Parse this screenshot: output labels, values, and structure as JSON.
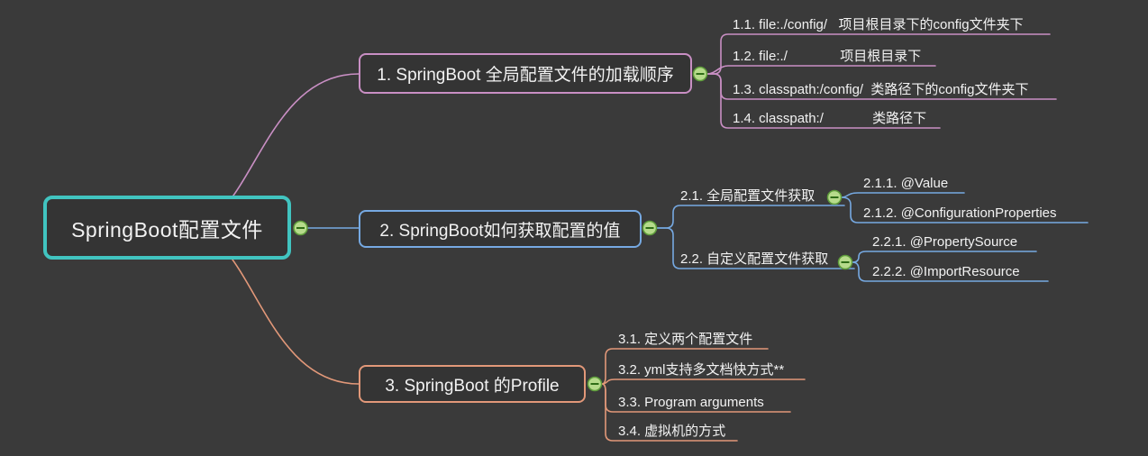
{
  "colors": {
    "background": "#3a3a3a",
    "text": "#f2f2f2"
  },
  "collapse": {
    "fill": "#b6db8b",
    "stroke": "#5e9c3b",
    "glyph": "#2f6d17",
    "symbol": "minus"
  },
  "root": {
    "label": "SpringBoot配置文件",
    "color": "#41c4c0"
  },
  "branches": [
    {
      "label": "1. SpringBoot 全局配置文件的加载顺序",
      "color": "#c98fc4",
      "children": [
        {
          "label": "1.1. file:./config/   项目根目录下的config文件夹下"
        },
        {
          "label": "1.2. file:./              项目根目录下"
        },
        {
          "label": "1.3. classpath:/config/  类路径下的config文件夹下"
        },
        {
          "label": "1.4. classpath:/             类路径下"
        }
      ]
    },
    {
      "label": "2. SpringBoot如何获取配置的值",
      "color": "#76a9e2",
      "children": [
        {
          "label": "2.1. 全局配置文件获取",
          "children": [
            {
              "label": "2.1.1. @Value"
            },
            {
              "label": "2.1.2. @ConfigurationProperties"
            }
          ]
        },
        {
          "label": "2.2. 自定义配置文件获取",
          "children": [
            {
              "label": "2.2.1. @PropertySource"
            },
            {
              "label": "2.2.2. @ImportResource"
            }
          ]
        }
      ]
    },
    {
      "label": "3. SpringBoot 的Profile",
      "color": "#e29879",
      "children": [
        {
          "label": "3.1. 定义两个配置文件"
        },
        {
          "label": "3.2. yml支持多文档快方式**"
        },
        {
          "label": "3.3. Program arguments"
        },
        {
          "label": "3.4. 虚拟机的方式"
        }
      ]
    }
  ]
}
